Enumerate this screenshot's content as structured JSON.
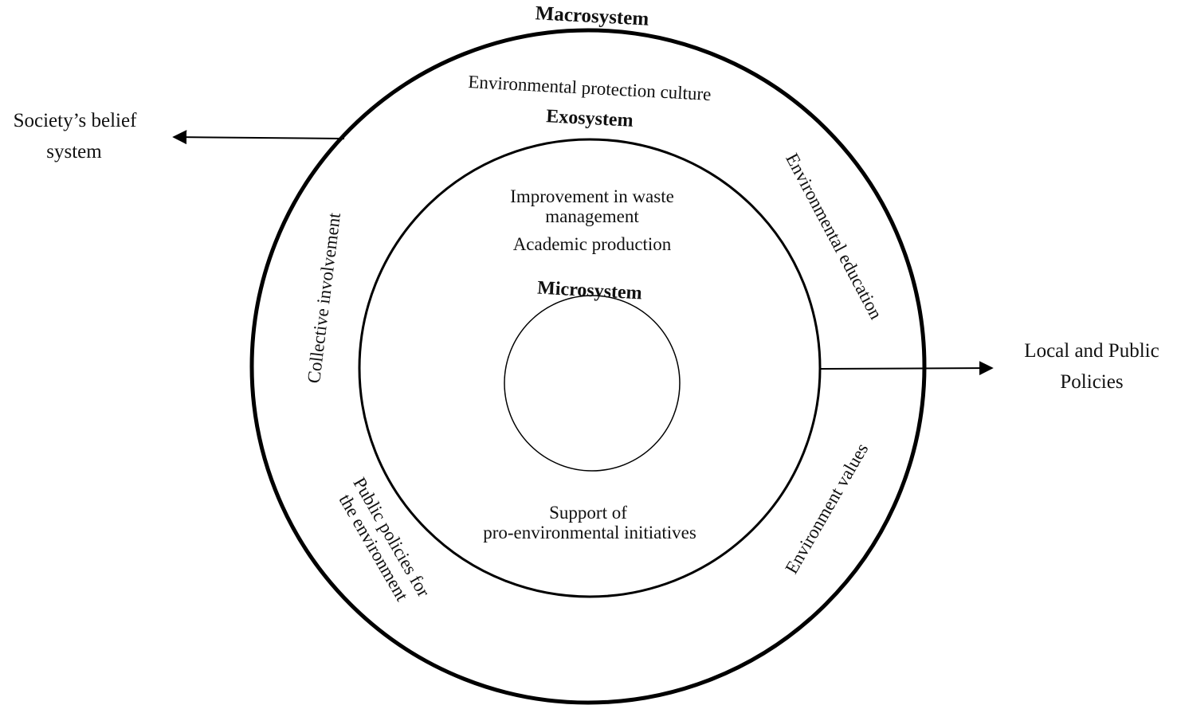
{
  "levels": {
    "macrosystem": "Macrosystem",
    "exosystem": "Exosystem",
    "microsystem": "Microsystem"
  },
  "macro_labels": {
    "top": "Environmental protection culture",
    "right_upper": "Environmental education",
    "left": "Collective involvement",
    "right_lower": "Environment values",
    "left_lower_line1": "Public policies for",
    "left_lower_line2": "the environment"
  },
  "exo_labels": {
    "waste_line1": "Improvement in waste",
    "waste_line2": "management",
    "academic": "Academic production",
    "support_line1": "Support of",
    "support_line2": "pro-environmental initiatives"
  },
  "outside_labels": {
    "left_line1": "Society’s belief",
    "left_line2": "system",
    "right_line1": "Local and Public",
    "right_line2": "Policies"
  }
}
